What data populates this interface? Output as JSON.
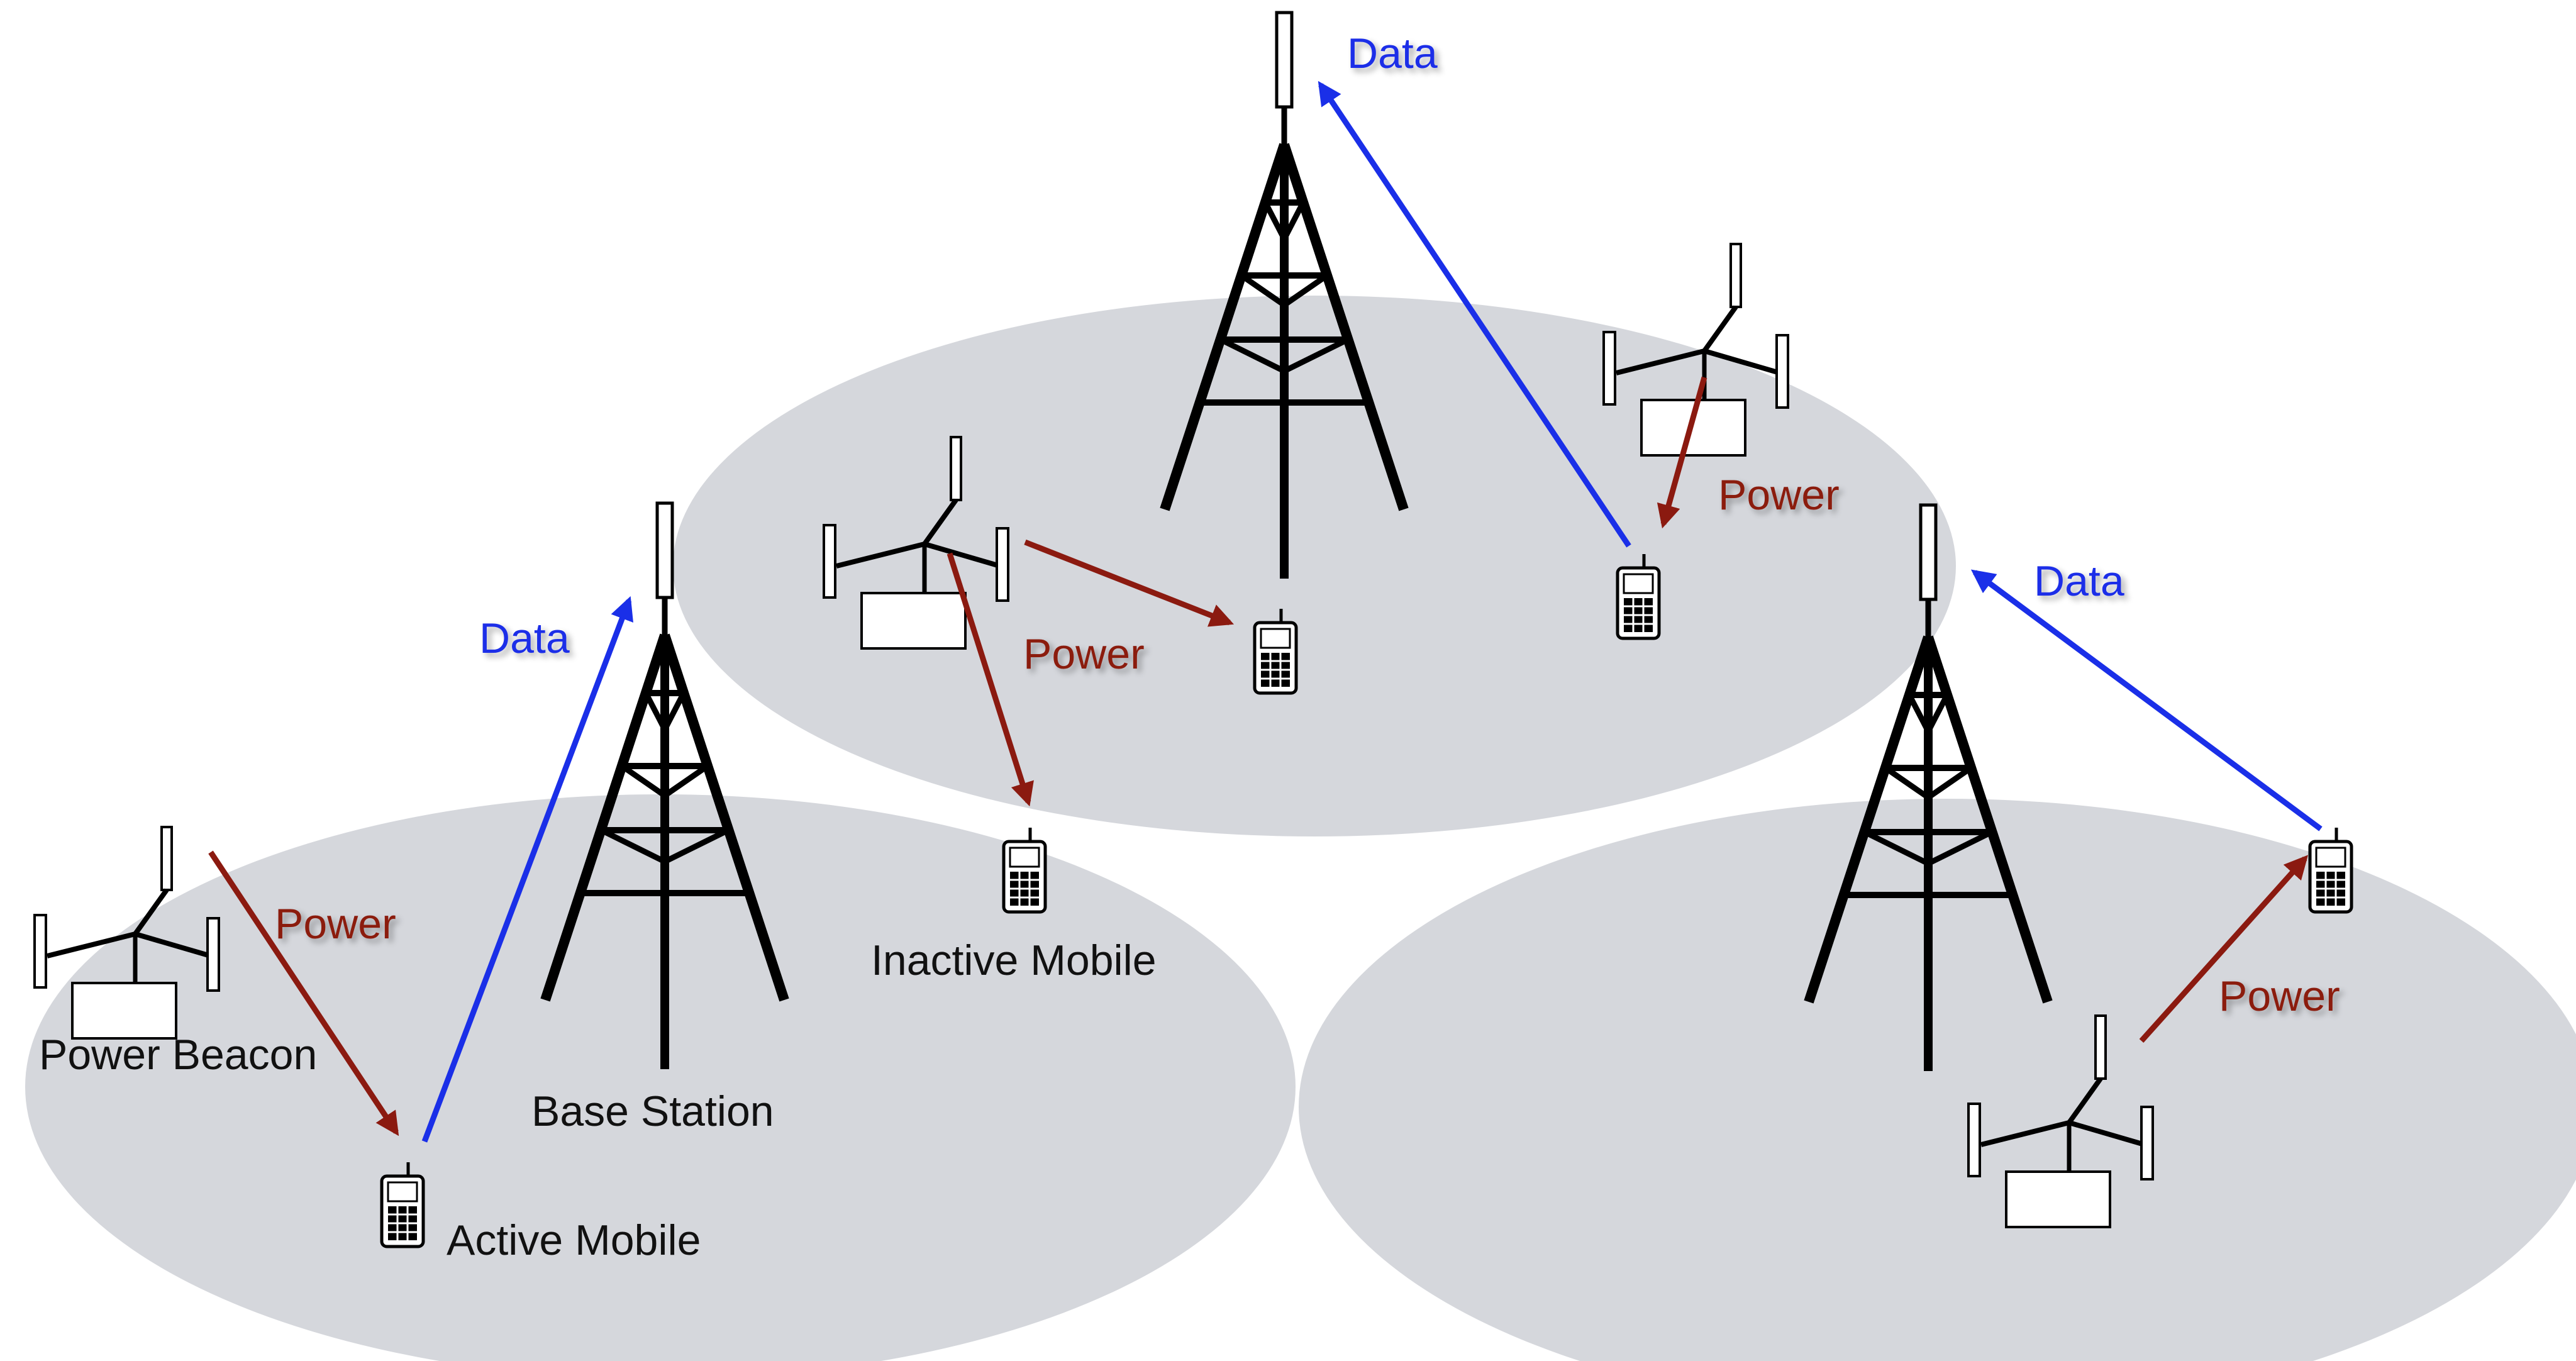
{
  "colors": {
    "data_link": "#1a2fe8",
    "power_link": "#8b1a10",
    "cell": "#d5d7dc",
    "tower": "#000000",
    "label": "#111111"
  },
  "labels": {
    "power_beacon": "Power Beacon",
    "base_station": "Base Station",
    "active_mobile": "Active Mobile",
    "inactive_mobile": "Inactive Mobile",
    "data": "Data",
    "power": "Power"
  },
  "icons": [
    "base-station-tower-icon",
    "power-beacon-icon",
    "mobile-phone-icon"
  ],
  "cells": [
    {
      "name": "left-cell"
    },
    {
      "name": "center-cell"
    },
    {
      "name": "right-cell"
    }
  ]
}
